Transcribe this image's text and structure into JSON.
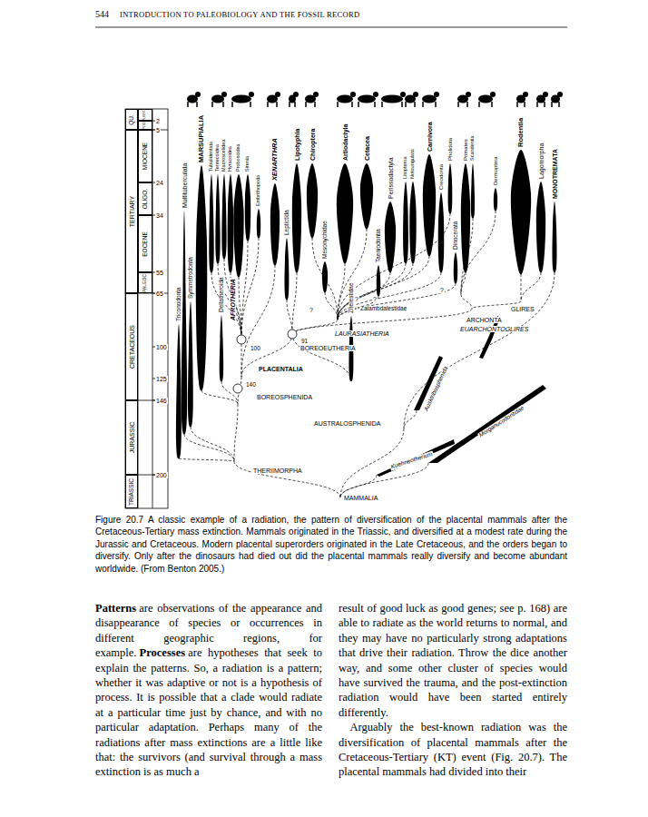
{
  "diagram": {
    "caption": "Figure 20.7 A classic example of a radiation, the pattern of diversification of the placental mammals after the Cretaceous-Tertiary mass extinction. Mammals originated in the Triassic, and diversified at a modest rate during the Jurassic and Cretaceous. Modern placental superorders originated in the Late Cretaceous, and the orders began to diversify. Only after the dinosaurs had died out did the placental mammals really diversify and become abundant worldwide. (From Benton 2005.)",
    "nodes": [
      {
        "text": [
          "TRIASSIC"
        ]
      },
      {
        "text": [
          "JURASSIC"
        ]
      },
      {
        "text": [
          "CRETACEOUS"
        ]
      },
      {
        "text": [
          "TERTIARY"
        ]
      },
      {
        "text": [
          "QU."
        ]
      },
      {
        "text": [
          "PLEIST."
        ]
      },
      {
        "text": [
          "PLIO."
        ]
      },
      {
        "text": [
          "MIOCENE"
        ]
      },
      {
        "text": [
          "OLIGO."
        ]
      },
      {
        "text": [
          "EOCENE"
        ]
      },
      {
        "text": [
          "PALEOC"
        ]
      }
    ],
    "labels": [
      "544",
      "INTRODUCTION TO PALEOBIOLOGY AND THE FOSSIL RECORD",
      "2",
      "5",
      "24",
      "34",
      "55",
      "65",
      "100",
      "125",
      "146",
      "200",
      "Multituberculata",
      "MARSUPIALIA",
      "Tubulidentata",
      "Tenrecoidea",
      "Macroscelidea",
      "Hyracoidea",
      "Proboscidea",
      "Sirenia",
      "Embrithopoda",
      "XENARTHRA",
      "Lipotyphla",
      "Chiroptera",
      "Artiodactyla",
      "Cetacea",
      "Perissodactyla",
      "Litopterna",
      "Notoungulata",
      "Carnivora",
      "Creodonta",
      "Pholidota",
      "Primates",
      "Scandentia",
      "Dermoptera",
      "Rodentia",
      "Lagomorpha",
      "MONOTREMATA",
      "Leptictida",
      "Mesonychidae",
      "Zhelestidae",
      "Taeniodontia",
      "Dinocerata",
      "Triconodonta",
      "Symmetrodonta",
      "Deltatheroida",
      "AFROTHERIA",
      "Zalambdalestidae",
      "GLIRES",
      "ARCHONTA",
      "EUARCHONTOGLIRES",
      "LAURASIATHERIA",
      "BOREOEUTHERIA",
      "PLACENTALIA",
      "BOREOSPHENIDA",
      "AUSTRALOSPHENIDA",
      "THERIIMORPHA",
      "MAMMALIA",
      "100",
      "91",
      "140",
      "?",
      "?",
      "?",
      "?",
      "Ausktribosphenida",
      "Morganucodontidae",
      "Kuehneotherium",
      "Patterns",
      "are observations of the appearance and disappearance of species or occurrences in different geographic regions, for example.",
      "Processes",
      "are hypotheses that seek to explain the patterns. So, a radiation is a pattern; whether it was adaptive or not is a hypothesis of process. It is possible that a clade would radiate at a particular time just by chance, and with no particular adaptation. Perhaps many of the radiations after mass extinctions are a little like that: the survivors (and survival through a mass extinction is as much a",
      "result of good luck as good genes; see p. 168) are able to radiate as the world returns to normal, and they may have no particularly strong adaptations that drive their radiation. Throw the dice another way, and some other cluster of species would have survived the trauma, and the post-extinction radiation would have been started entirely differently.",
      "Arguably the best-known radiation was the diversification of placental mammals after the Cretaceous-Tertiary (KT) event (Fig. 20.7). The placental mammals had divided into their"
    ]
  }
}
